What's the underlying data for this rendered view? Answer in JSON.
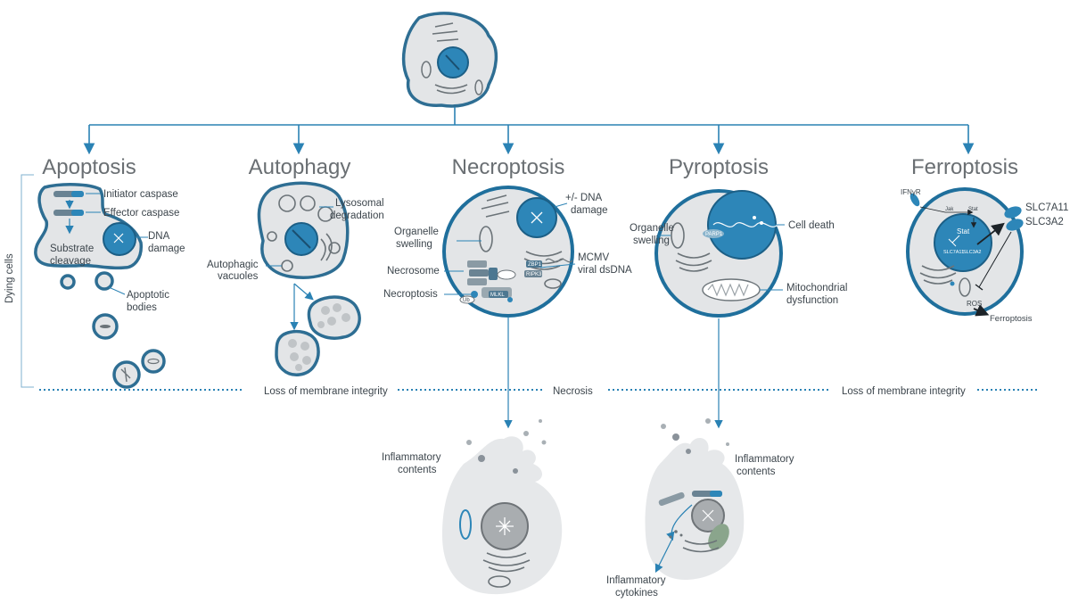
{
  "headings": [
    "Apoptosis",
    "Autophagy",
    "Necroptosis",
    "Pyroptosis",
    "Ferroptosis"
  ],
  "side_label": "Dying cells",
  "apoptosis": {
    "initiator": "Initiator caspase",
    "effector": "Effector caspase",
    "substrate": [
      "Substrate",
      "cleavage"
    ],
    "dna": [
      "DNA",
      "damage"
    ],
    "bodies": [
      "Apoptotic",
      "bodies"
    ]
  },
  "autophagy": {
    "lysosomal": [
      "Lysosomal",
      "degradation"
    ],
    "vacuoles": [
      "Autophagic",
      "vacuoles"
    ]
  },
  "necroptosis": {
    "dna": [
      "+/- DNA",
      "damage"
    ],
    "organelle": [
      "Organelle",
      "swelling"
    ],
    "mcmv": [
      "MCMV",
      "viral dsDNA"
    ],
    "necrosome": "Necrosome",
    "necroptosis": "Necroptosis",
    "mol": [
      "ZBP1",
      "RIPK3",
      "MLKL",
      "Ub"
    ]
  },
  "pyroptosis": {
    "organelle": [
      "Organelle",
      "swelling"
    ],
    "cell_death": "Cell death",
    "mito": [
      "Mitochondrial",
      "dysfunction"
    ],
    "parp": "PARP1"
  },
  "ferroptosis": {
    "receptor": "IFNγR",
    "jak": "Jak",
    "stat": "Stat",
    "slc7a11": "SLC7A11",
    "slc3a2": "SLC3A2",
    "ros": "ROS",
    "ferroptosis": "Ferroptosis"
  },
  "dotted_labels": [
    "Loss of membrane integrity",
    "Necrosis",
    "Loss of membrane integrity"
  ],
  "inflam1": [
    "Inflammatory",
    "contents"
  ],
  "inflam2": [
    "Inflammatory",
    "contents"
  ],
  "cytokines": [
    "Inflammatory",
    "cytokines"
  ]
}
